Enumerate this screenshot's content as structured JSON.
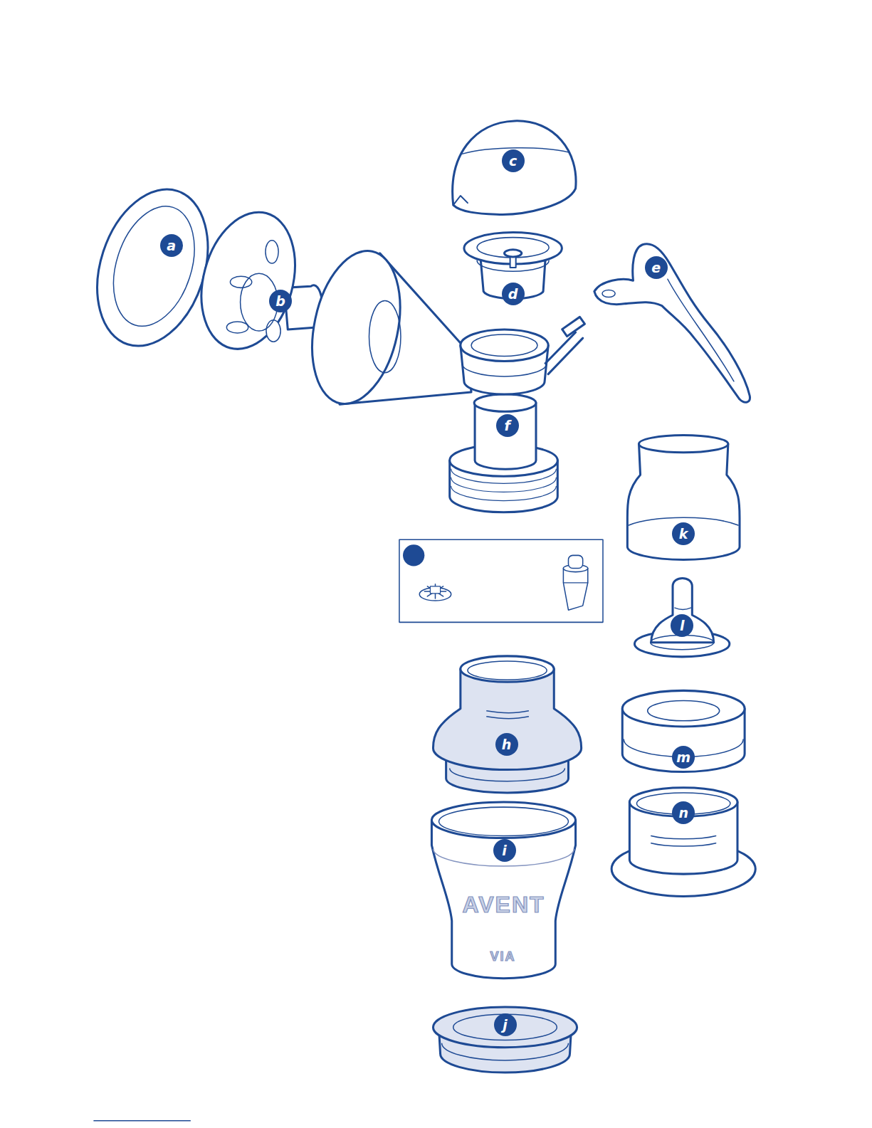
{
  "diagram": {
    "labels": [
      "a",
      "b",
      "c",
      "d",
      "e",
      "f",
      "h",
      "i",
      "j",
      "k",
      "l",
      "m",
      "n",
      "AVENT",
      "VIA"
    ]
  }
}
